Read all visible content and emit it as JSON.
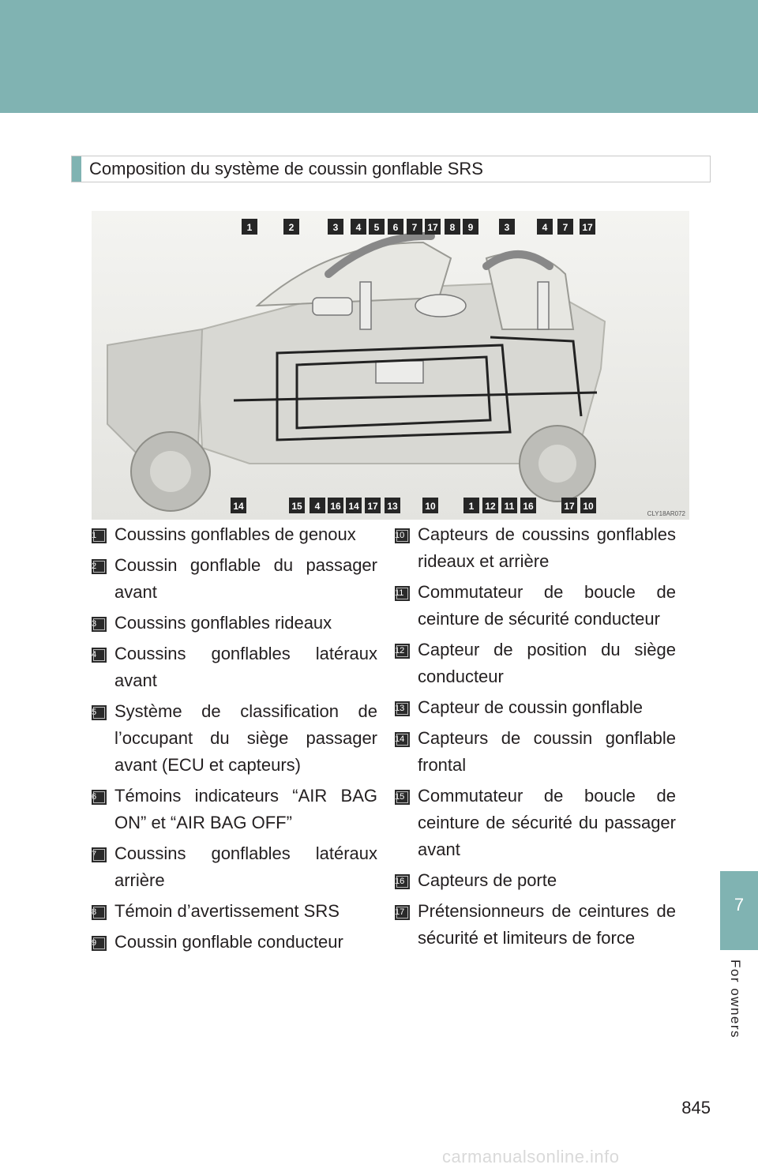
{
  "header": {
    "band_color": "#80b3b2"
  },
  "side_tab": {
    "number": "7",
    "label": "For owners",
    "color": "#80b3b2"
  },
  "section": {
    "title": "Composition du système de coussin gonflable SRS"
  },
  "figure": {
    "caption_code": "CLY18AR072",
    "top_callouts": [
      "1",
      "2",
      "3",
      "4",
      "5",
      "6",
      "7",
      "17",
      "8",
      "9",
      "3",
      "4",
      "7",
      "17"
    ],
    "bottom_callouts": [
      "14",
      "15",
      "4",
      "16",
      "14",
      "17",
      "13",
      "10",
      "1",
      "12",
      "11",
      "16",
      "17",
      "10"
    ]
  },
  "legend_left": [
    {
      "num": "1",
      "text": "Coussins gonflables de genoux"
    },
    {
      "num": "2",
      "text": "Coussin gonflable du passager avant"
    },
    {
      "num": "3",
      "text": "Coussins gonflables rideaux"
    },
    {
      "num": "4",
      "text": "Coussins gonflables latéraux avant"
    },
    {
      "num": "5",
      "text": "Système de classification de l’occupant du siège passager avant (ECU et capteurs)"
    },
    {
      "num": "6",
      "text": "Témoins indicateurs “AIR BAG ON” et “AIR BAG OFF”"
    },
    {
      "num": "7",
      "text": "Coussins gonflables latéraux arrière"
    },
    {
      "num": "8",
      "text": "Témoin d’avertissement SRS"
    },
    {
      "num": "9",
      "text": "Coussin gonflable conducteur"
    }
  ],
  "legend_right": [
    {
      "num": "10",
      "text": "Capteurs de coussins gonflables rideaux et arrière"
    },
    {
      "num": "11",
      "text": "Commutateur de boucle de ceinture de sécurité conducteur"
    },
    {
      "num": "12",
      "text": "Capteur de position du siège conducteur"
    },
    {
      "num": "13",
      "text": "Capteur de coussin gonflable"
    },
    {
      "num": "14",
      "text": "Capteurs de coussin gonflable frontal"
    },
    {
      "num": "15",
      "text": "Commutateur de boucle de ceinture de sécurité du passager avant"
    },
    {
      "num": "16",
      "text": "Capteurs de porte"
    },
    {
      "num": "17",
      "text": "Prétensionneurs de ceintures de sécurité et limiteurs de force"
    }
  ],
  "page_number": "845",
  "watermark": "carmanualsonline.info"
}
